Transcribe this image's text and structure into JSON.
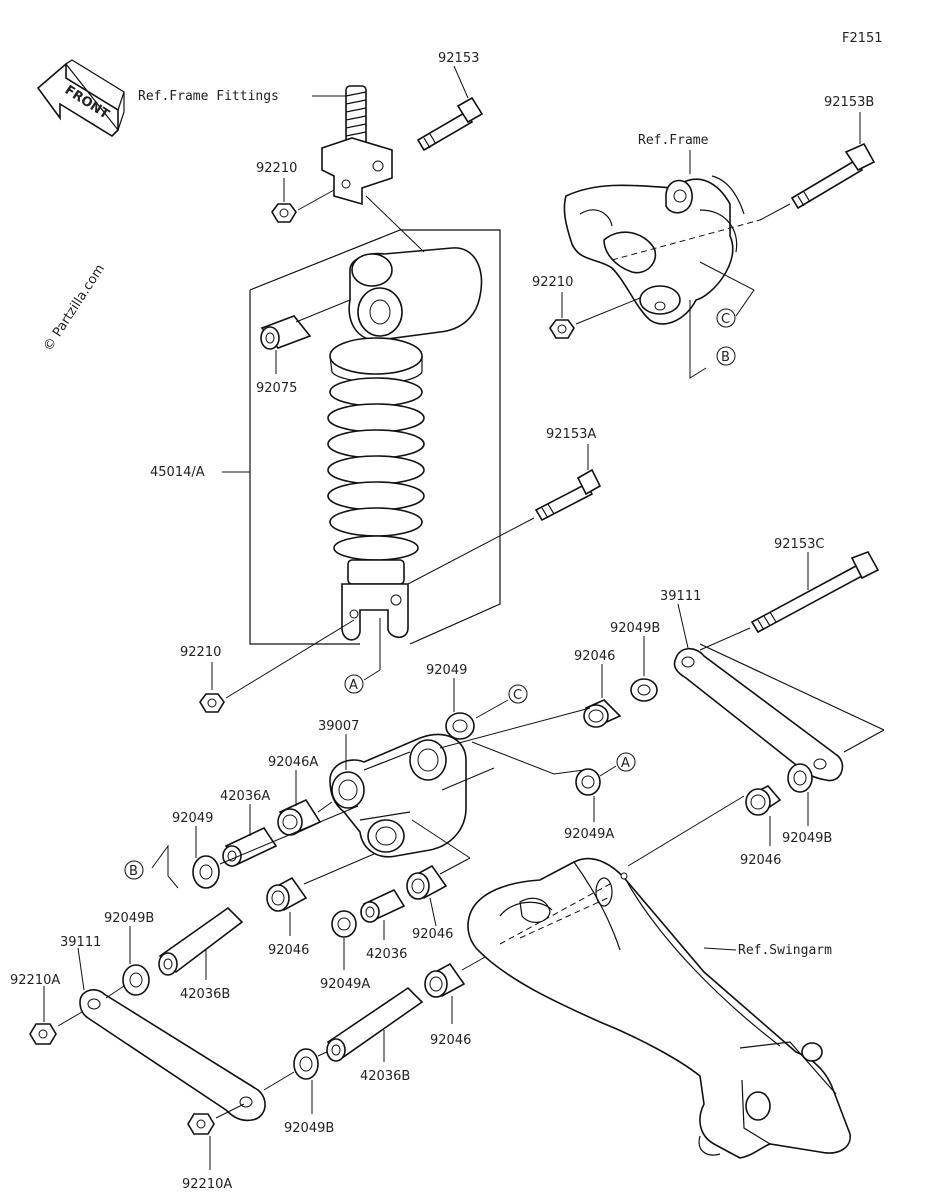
{
  "figure_code": "F2151",
  "watermark": "© Partzilla.com",
  "front_label": "FRONT",
  "refs": {
    "frame_fittings": "Ref.Frame Fittings",
    "frame": "Ref.Frame",
    "swingarm": "Ref.Swingarm"
  },
  "markers": {
    "a": "A",
    "b": "B",
    "c": "C"
  },
  "parts": {
    "p92153": "92153",
    "p92153B": "92153B",
    "p92210_top": "92210",
    "p92210_frame": "92210",
    "p92075": "92075",
    "p45014A": "45014/A",
    "p92153A": "92153A",
    "p92210_lower": "92210",
    "p92153C": "92153C",
    "p39111_right": "39111",
    "p92049B_top": "92049B",
    "p92046_top": "92046",
    "p92049_mid": "92049",
    "p39007": "39007",
    "p92046A": "92046A",
    "p42036A": "42036A",
    "p92049_left": "92049",
    "p92049A_right": "92049A",
    "p92049B_right": "92049B",
    "p92046_right": "92046",
    "p92046_mid": "92046",
    "p92046_lower": "92046",
    "p42036": "42036",
    "p92049A_lower": "92049A",
    "p92049B_left": "92049B",
    "p39111_left": "39111",
    "p92210A_left": "92210A",
    "p42036B_left": "42036B",
    "p92046_bottom": "92046",
    "p42036B_bottom": "42036B",
    "p92049B_bottom": "92049B",
    "p92210A_bottom": "92210A"
  }
}
